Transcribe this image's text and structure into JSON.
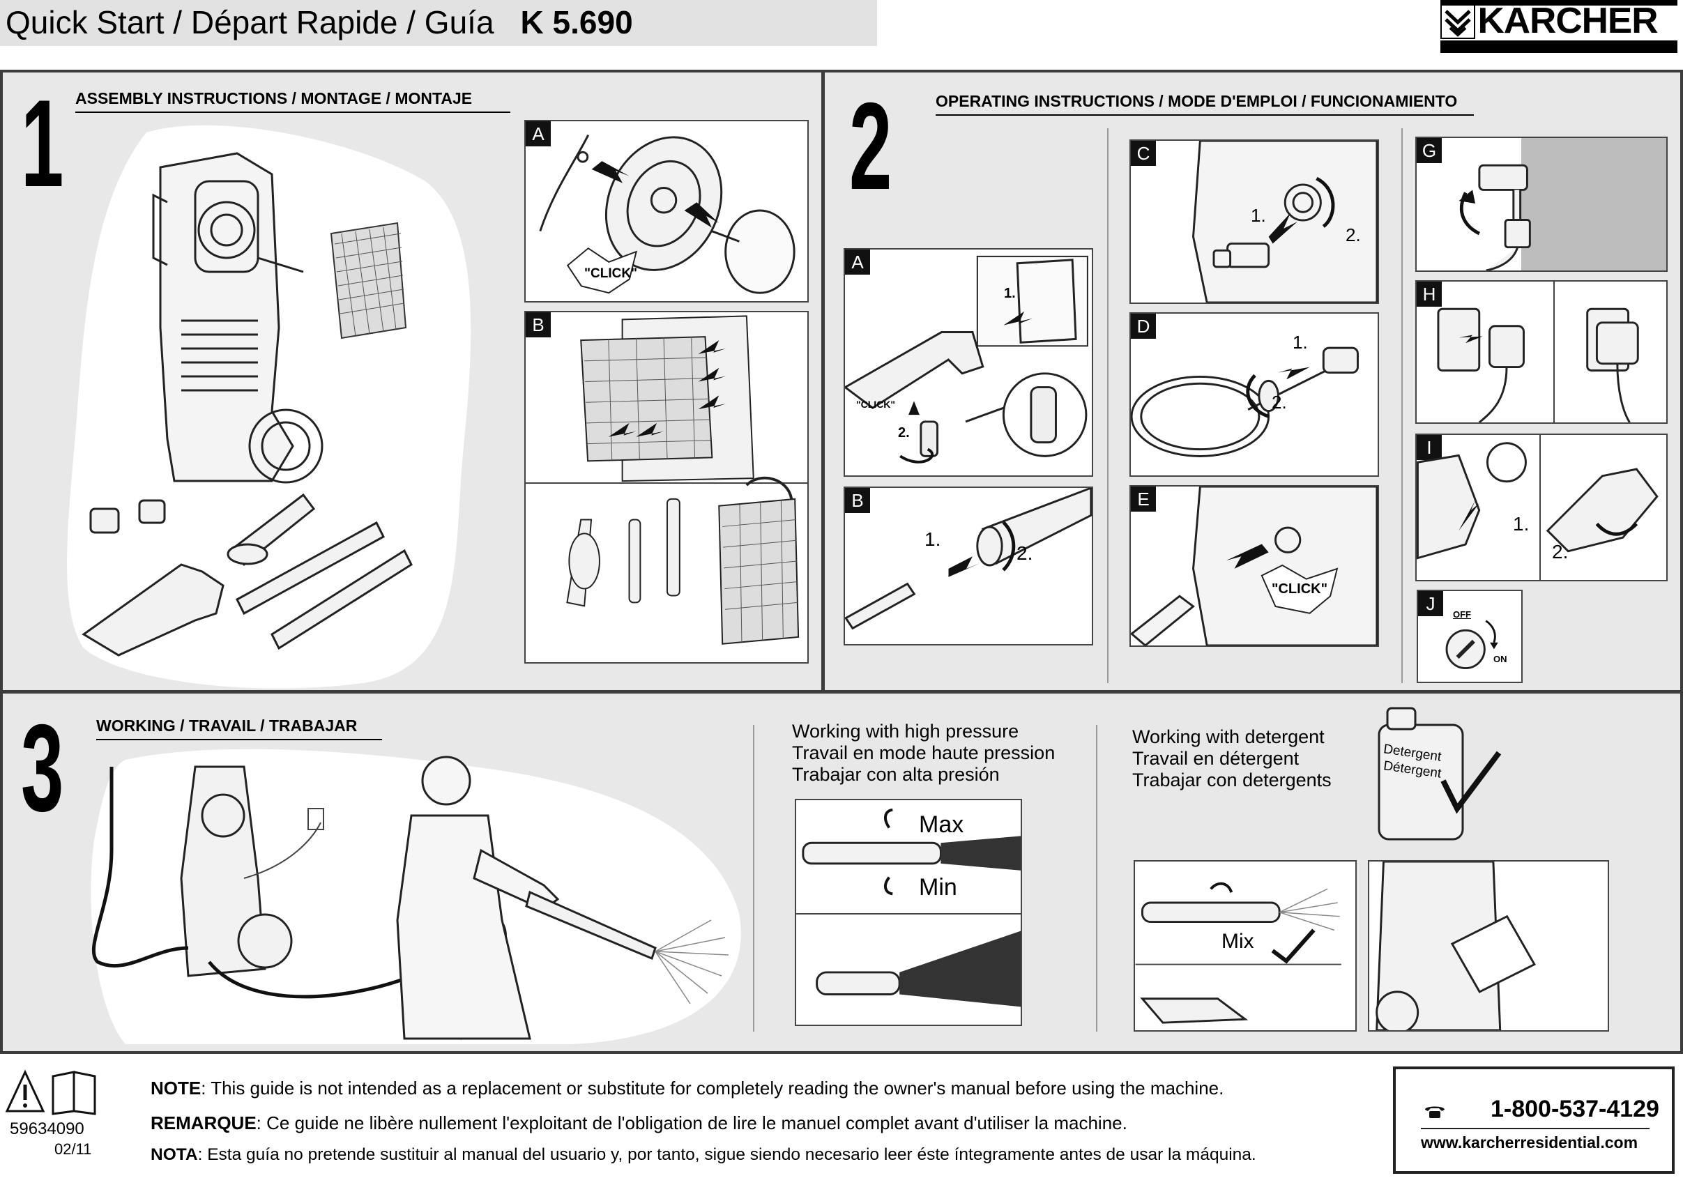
{
  "header": {
    "title": "Quick Start / Départ Rapide / Guía",
    "model": "K 5.690",
    "brand": "KÄRCHER"
  },
  "sections": {
    "assembly": {
      "number": "1",
      "heading": "ASSEMBLY INSTRUCTIONS / MONTAGE / MONTAJE",
      "panels": [
        {
          "label": "A",
          "callout": "\"CLICK\""
        },
        {
          "label": "B"
        }
      ]
    },
    "operating": {
      "number": "2",
      "heading": "OPERATING INSTRUCTIONS / MODE D'EMPLOI / FUNCIONAMIENTO",
      "panels": [
        {
          "label": "A",
          "callout": "\"CLICK\"",
          "step1": "1.",
          "step2": "2."
        },
        {
          "label": "B",
          "step1": "1.",
          "step2": "2."
        },
        {
          "label": "C",
          "step1": "1.",
          "step2": "2."
        },
        {
          "label": "D",
          "step1": "1.",
          "step2": "2."
        },
        {
          "label": "E",
          "callout": "\"CLICK\""
        },
        {
          "label": "G"
        },
        {
          "label": "H"
        },
        {
          "label": "I",
          "step1": "1.",
          "step2": "2."
        },
        {
          "label": "J",
          "off": "OFF",
          "on": "ON"
        }
      ]
    },
    "working": {
      "number": "3",
      "heading": "WORKING / TRAVAIL / TRABAJAR",
      "high_pressure": [
        "Working with high pressure",
        "Travail en mode haute pression",
        "Trabajar con alta presión"
      ],
      "max_label": "Max",
      "min_label": "Min",
      "detergent": [
        "Working with detergent",
        "Travail en détergent",
        "Trabajar con detergents"
      ],
      "jug_label_1": "Detergent",
      "jug_label_2": "Détergent",
      "mix_label": "Mix"
    }
  },
  "footer": {
    "part_number": "59634090",
    "date": "02/11",
    "note_en_label": "NOTE",
    "note_en": ": This guide is not intended as a replacement or substitute for completely reading the owner's manual before using the machine.",
    "note_fr_label": "REMARQUE",
    "note_fr": ": Ce guide ne libère nullement l'exploitant de l'obligation de lire le manuel complet avant d'utiliser la machine.",
    "note_es_label": "NOTA",
    "note_es": ": Esta guía no pretende sustituir al manual del usuario y, por tanto, sigue siendo necesario leer éste íntegramente antes de usar la máquina.",
    "phone_icon": "phone-icon",
    "phone": "1-800-537-4129",
    "website": "www.karcherresidential.com"
  },
  "colors": {
    "frame": "#3c3c3c",
    "background": "#e8e8e8",
    "header_band": "#e2e2e2",
    "ink": "#000000"
  }
}
